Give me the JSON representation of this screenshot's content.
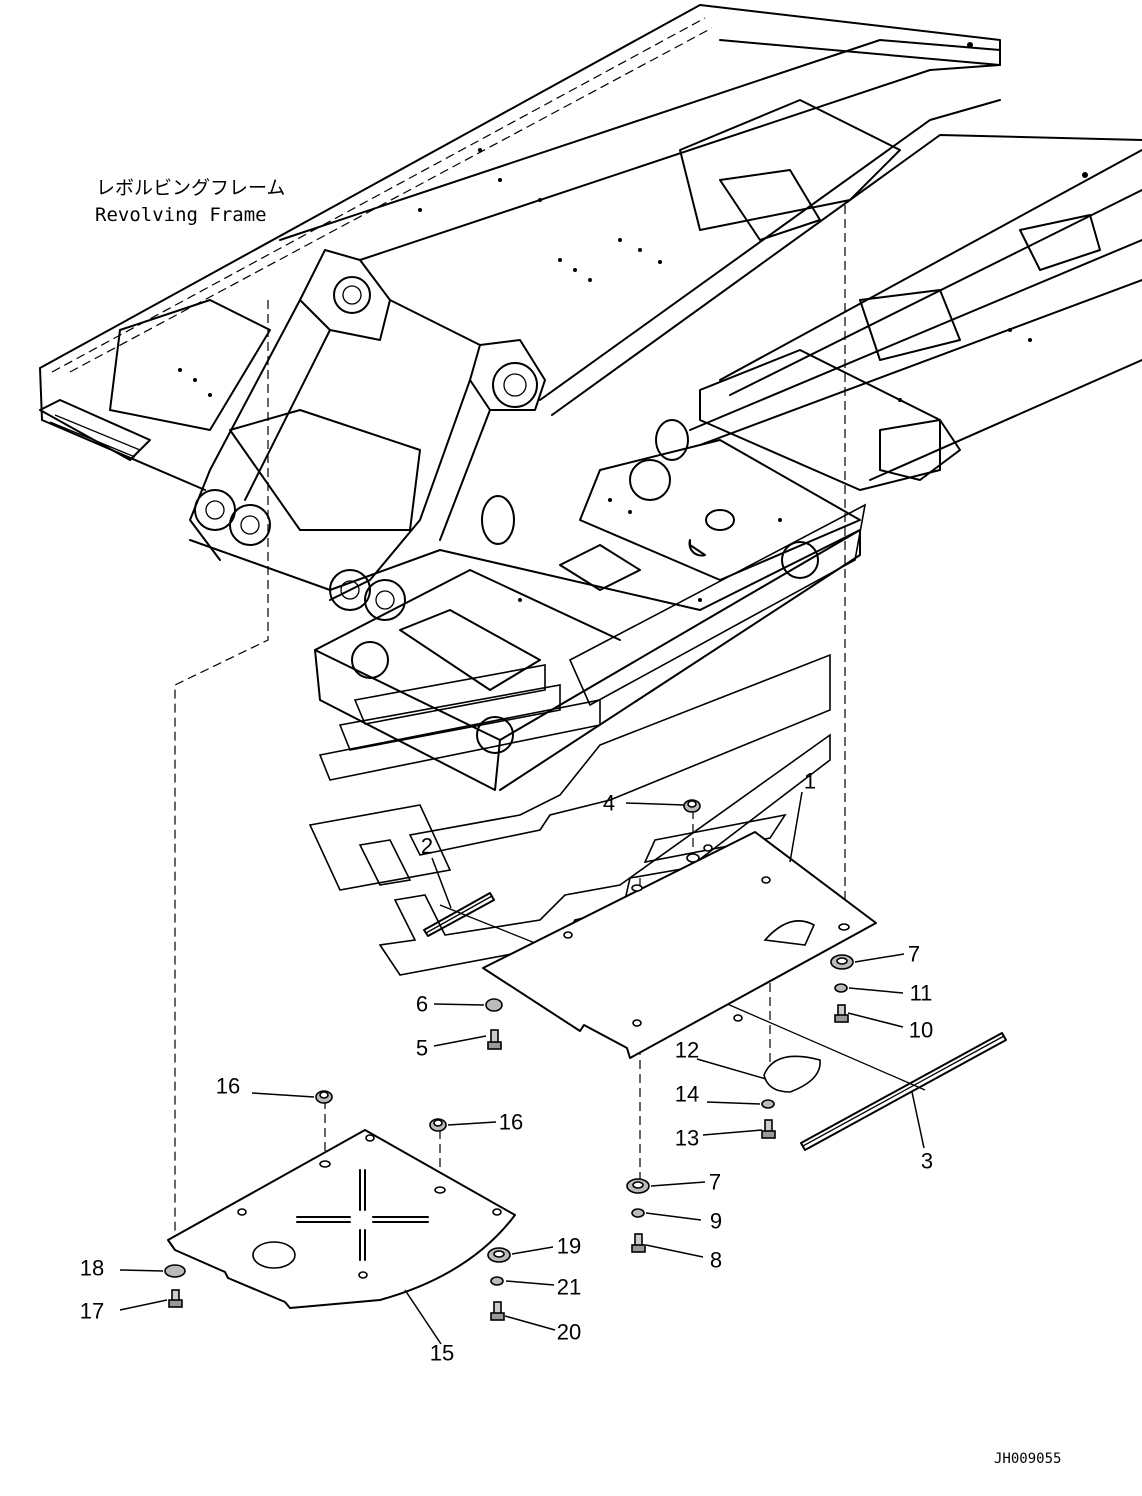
{
  "diagram": {
    "frame_label_jp": "レボルビングフレーム",
    "frame_label_en": "Revolving Frame",
    "drawing_code": "JH009055",
    "callouts": [
      "1",
      "2",
      "3",
      "4",
      "5",
      "6",
      "7",
      "7",
      "8",
      "9",
      "10",
      "11",
      "12",
      "13",
      "14",
      "15",
      "16",
      "16",
      "17",
      "18",
      "19",
      "20",
      "21"
    ]
  }
}
